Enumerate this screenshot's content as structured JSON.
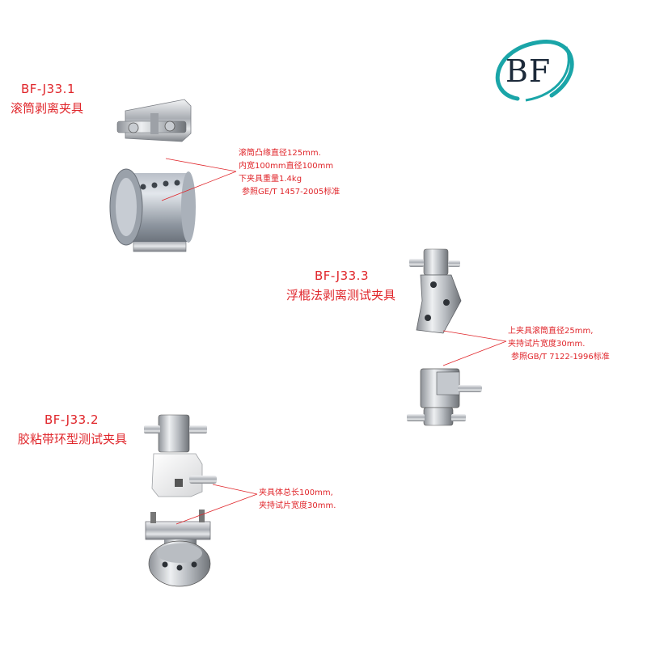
{
  "logo": {
    "text": "BF"
  },
  "fixtures": [
    {
      "code": "BF-J33.1",
      "name": "滚筒剥离夹具",
      "notes": [
        "滚筒凸缘直径125mm.",
        "内宽100mm直径100mm",
        "下夹具重量1.4kg",
        "参照GE/T  1457-2005标准"
      ]
    },
    {
      "code": "BF-J33.3",
      "name": "浮棍法剥离测试夹具",
      "notes": [
        "上夹具滚筒直径25mm,",
        "夹持试片宽度30mm.",
        "参照GB/T 7122-1996标准"
      ]
    },
    {
      "code": "BF-J33.2",
      "name": "胶粘带环型测试夹具",
      "notes": [
        "夹具体总长100mm,",
        "夹持试片宽度30mm."
      ]
    }
  ],
  "colors": {
    "label": "#e0262b",
    "logo_ring": "#1aa5a8",
    "logo_text": "#1c2a3a"
  }
}
